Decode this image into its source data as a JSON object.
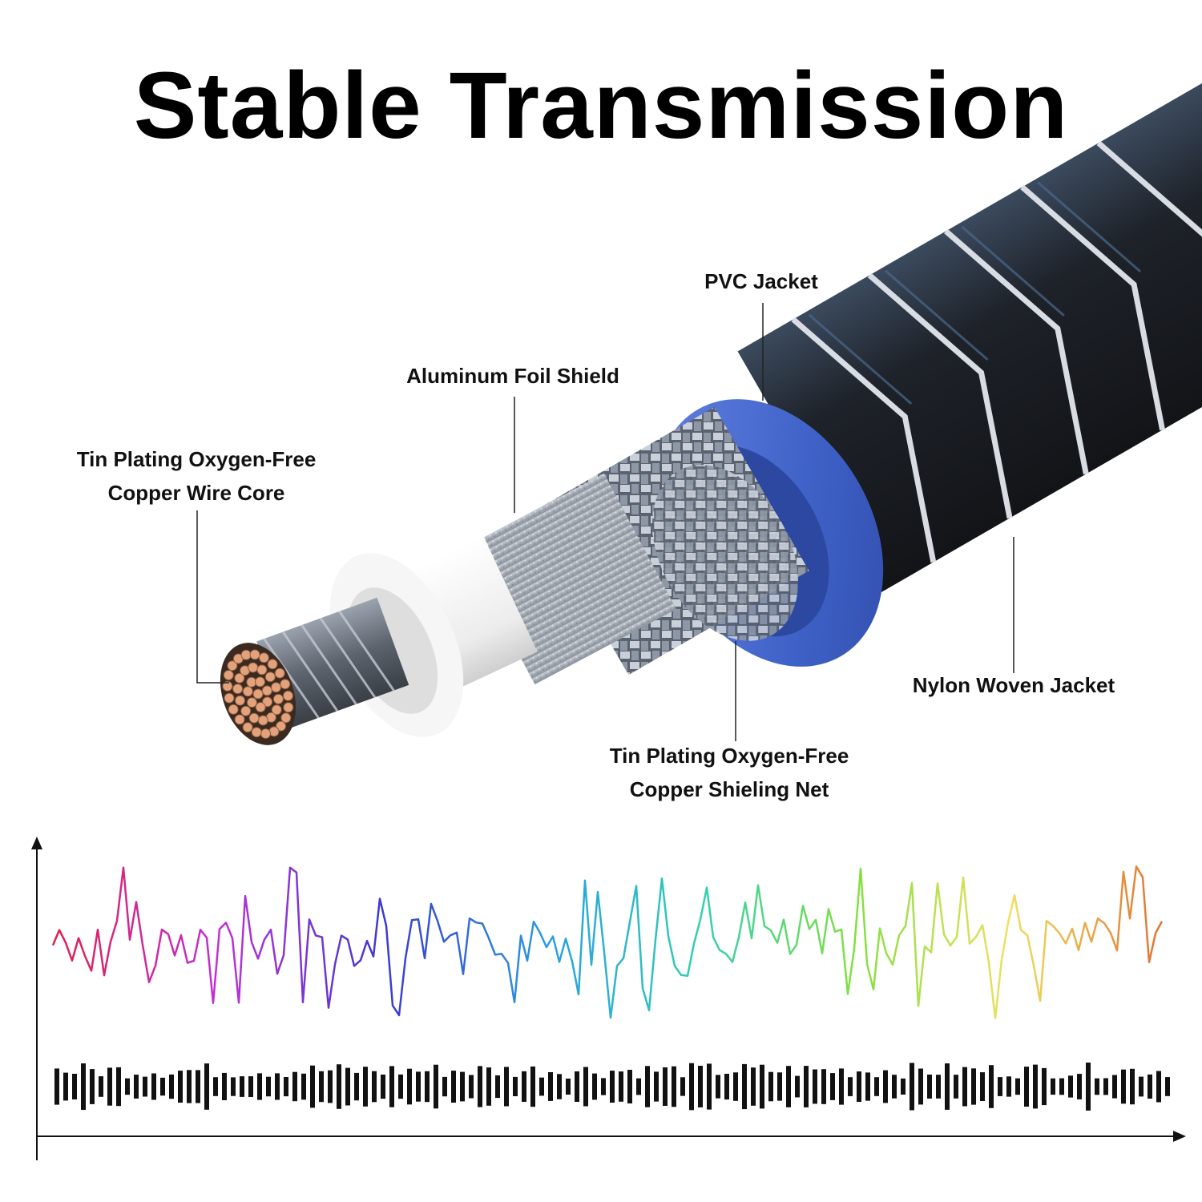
{
  "title": "Stable Transmission",
  "labels": {
    "pvc_jacket": "PVC Jacket",
    "foil_shield": "Aluminum Foil Shield",
    "core_line1": "Tin Plating Oxygen-Free",
    "core_line2": "Copper Wire Core",
    "nylon_jacket": "Nylon Woven Jacket",
    "net_line1": "Tin Plating Oxygen-Free",
    "net_line2": "Copper Shieling Net"
  },
  "colors": {
    "copper": "#e3a27c",
    "insulation": "#f2f2f2",
    "foil": "#aeb4bc",
    "braid": "#8c96a4",
    "pvc": "#3f62c8",
    "nylon": "#2a2e35",
    "wave_gradient": [
      "#e0204a",
      "#c030d8",
      "#3a3ad0",
      "#2aa0e0",
      "#30d0b0",
      "#80e040",
      "#f0e060",
      "#e07030"
    ]
  },
  "icons": [
    "braided-cable-cutaway",
    "signal-waveform",
    "barcode-signal"
  ]
}
